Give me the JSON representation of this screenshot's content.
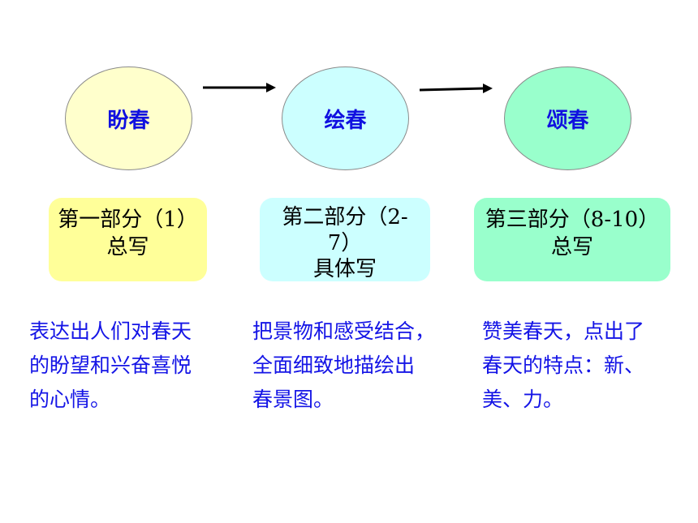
{
  "stages": [
    {
      "title": "盼春",
      "color": "#ffffcc"
    },
    {
      "title": "绘春",
      "color": "#ccffff"
    },
    {
      "title": "颂春",
      "color": "#99ffcc"
    }
  ],
  "parts": [
    {
      "lines": [
        "第一部分（1）",
        "总写"
      ],
      "color": "#ffff99"
    },
    {
      "lines": [
        "第二部分（2-",
        "7）",
        "具体写"
      ],
      "color": "#ccffff"
    },
    {
      "lines": [
        "第三部分（8-10）",
        "总写"
      ],
      "color": "#99ffcc"
    }
  ],
  "descriptions": [
    {
      "lines": [
        "表达出人们对春天",
        "的盼望和兴奋喜悦",
        "的心情。"
      ]
    },
    {
      "lines": [
        "把景物和感受结合，",
        "全面细致地描绘出",
        "春景图。"
      ]
    },
    {
      "lines": [
        "赞美春天，点出了",
        "春天的特点：新、",
        "美、力。"
      ]
    }
  ],
  "text_color": "#1414e6"
}
